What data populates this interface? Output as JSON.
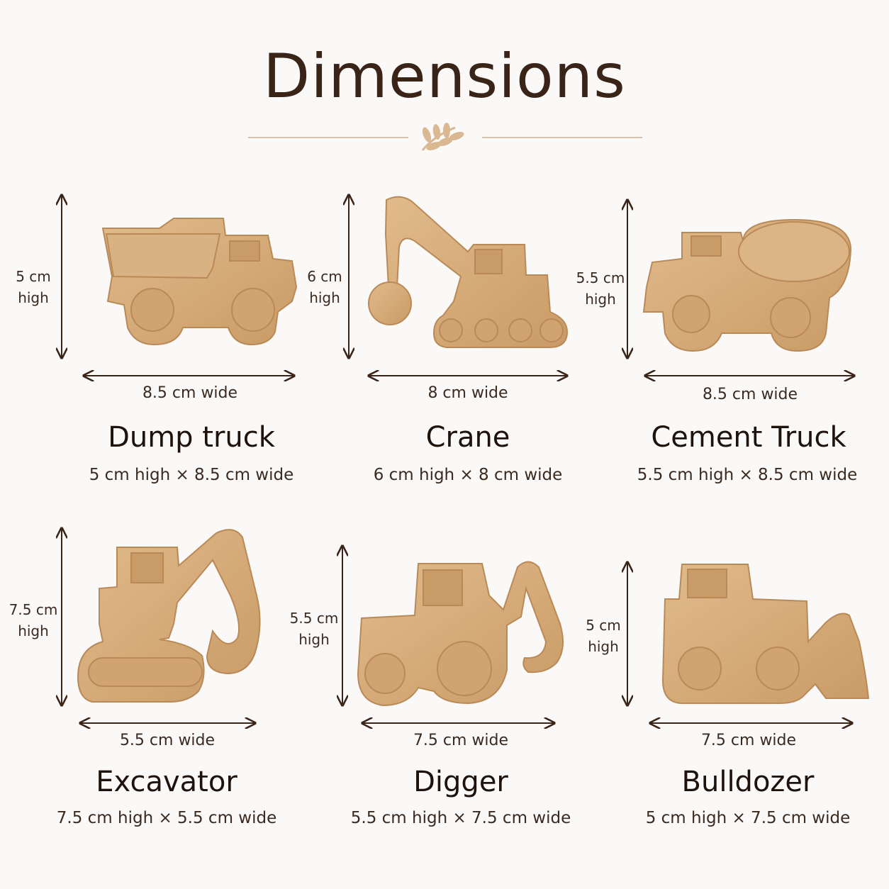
{
  "title": "Dimensions",
  "colors": {
    "wood": "#d6ae7c",
    "wood_dark": "#b98a58",
    "text": "#2b1d15",
    "accent": "#d9b892"
  },
  "items": [
    {
      "name": "Dump truck",
      "height_label": "5 cm\nhigh",
      "width_label": "8.5 cm wide",
      "summary": "5 cm high × 8.5 cm wide",
      "icon": "dump-truck"
    },
    {
      "name": "Crane",
      "height_label": "6 cm\nhigh",
      "width_label": "8 cm wide",
      "summary": "6 cm high × 8 cm wide",
      "icon": "crane"
    },
    {
      "name": "Cement Truck",
      "height_label": "5.5 cm\nhigh",
      "width_label": "8.5 cm wide",
      "summary": "5.5 cm high × 8.5 cm wide",
      "icon": "cement-truck"
    },
    {
      "name": "Excavator",
      "height_label": "7.5 cm\nhigh",
      "width_label": "5.5 cm wide",
      "summary": "7.5 cm high × 5.5 cm wide",
      "icon": "excavator"
    },
    {
      "name": "Digger",
      "height_label": "5.5 cm\nhigh",
      "width_label": "7.5 cm wide",
      "summary": "5.5 cm high × 7.5 cm wide",
      "icon": "digger"
    },
    {
      "name": "Bulldozer",
      "height_label": "5 cm\nhigh",
      "width_label": "7.5 cm wide",
      "summary": "5 cm high × 7.5 cm wide",
      "icon": "bulldozer"
    }
  ]
}
